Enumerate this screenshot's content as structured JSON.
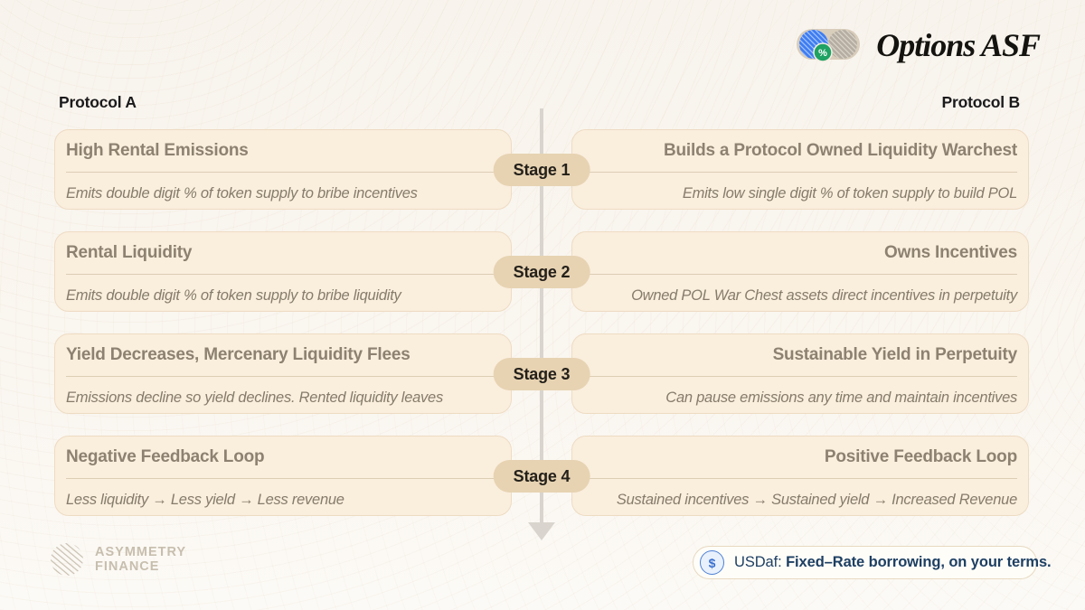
{
  "header": {
    "logo_title": "Options ASF",
    "left_column": "Protocol A",
    "right_column": "Protocol B",
    "toggle_percent": "%"
  },
  "stages": [
    {
      "badge": "Stage 1",
      "left": {
        "title": "High Rental Emissions",
        "desc": "Emits double digit % of token supply to bribe incentives"
      },
      "right": {
        "title": "Builds a Protocol Owned Liquidity Warchest",
        "desc": "Emits low single digit % of token supply to build POL"
      }
    },
    {
      "badge": "Stage 2",
      "left": {
        "title": "Rental Liquidity",
        "desc": "Emits double digit % of token supply to bribe liquidity"
      },
      "right": {
        "title": "Owns Incentives",
        "desc": "Owned POL War Chest assets direct incentives in perpetuity"
      }
    },
    {
      "badge": "Stage 3",
      "left": {
        "title": "Yield Decreases, Mercenary Liquidity Flees",
        "desc": "Emissions decline so yield declines. Rented liquidity leaves"
      },
      "right": {
        "title": "Sustainable Yield in Perpetuity",
        "desc": "Can pause emissions any time and maintain incentives"
      }
    },
    {
      "badge": "Stage 4",
      "left": {
        "title": "Negative Feedback Loop",
        "desc": "Less liquidity → Less yield → Less revenue"
      },
      "right": {
        "title": "Positive Feedback Loop",
        "desc": "Sustained incentives → Sustained yield → Increased Revenue"
      }
    }
  ],
  "footer": {
    "brand_line1": "ASYMMETRY",
    "brand_line2": "FINANCE",
    "usdaf_label": "USDaf:",
    "usdaf_message": "Fixed–Rate borrowing, on your terms.",
    "dollar_symbol": "$"
  },
  "colors": {
    "card_bg": "#faeedd",
    "card_border": "#eedcc3",
    "card_title": "#8d8271",
    "card_desc": "#867c6b",
    "badge_bg": "#e7d3b2",
    "badge_text": "#24201a",
    "header_text": "#1b1a1c",
    "toggle_blue": "#3e7df2",
    "toggle_green": "#1fa263",
    "toggle_gray": "#b6aea2",
    "usdaf_text": "#1d3f63",
    "center_line": "#d9d5ce",
    "brand_muted": "#c7beae"
  }
}
